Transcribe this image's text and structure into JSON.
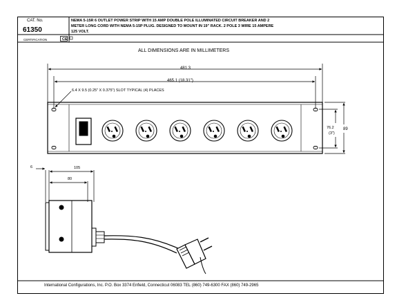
{
  "title_block": {
    "cat_no_label": "CAT. No.",
    "cat_no": "61350",
    "description": [
      "NEMA 5-15R 6 OUTLET POWER STRIP WITH 15 AMP DOUBLE POLE ILLUMINATED CIRCUIT BREAKER AND 2",
      "METER LONG CORD WITH NEMA 5-15P PLUG. DESIGNED TO MOUNT IN 19\" RACK. 2 POLE 3 WIRE 15 AMPERE",
      "125 VOLT."
    ],
    "certification_label": "CERTIFICATION",
    "ce_mark": "CE"
  },
  "drawing": {
    "heading": "ALL DIMENSIONS ARE IN MILLIMETERS",
    "dim_overall_width": "481.3",
    "dim_hole_spacing": "465.1 (18.31\")",
    "slot_note": "6.4 X 9.5 (0.25\" X 0.375\") SLOT TYPICAL (4) PLACES",
    "dim_hole_height_mm": "76.2",
    "dim_hole_height_in": "(3\")",
    "dim_height": "89",
    "side_dim_small": "6",
    "side_dim_depth": "105",
    "side_dim_body": "80",
    "outlet_count": 6
  },
  "footer": {
    "text": "International Configurations, Inc.  P.O. Box 3374  Enfield, Connecticut 06083 TEL (860) 749-6300  FAX (860) 749-2965"
  }
}
